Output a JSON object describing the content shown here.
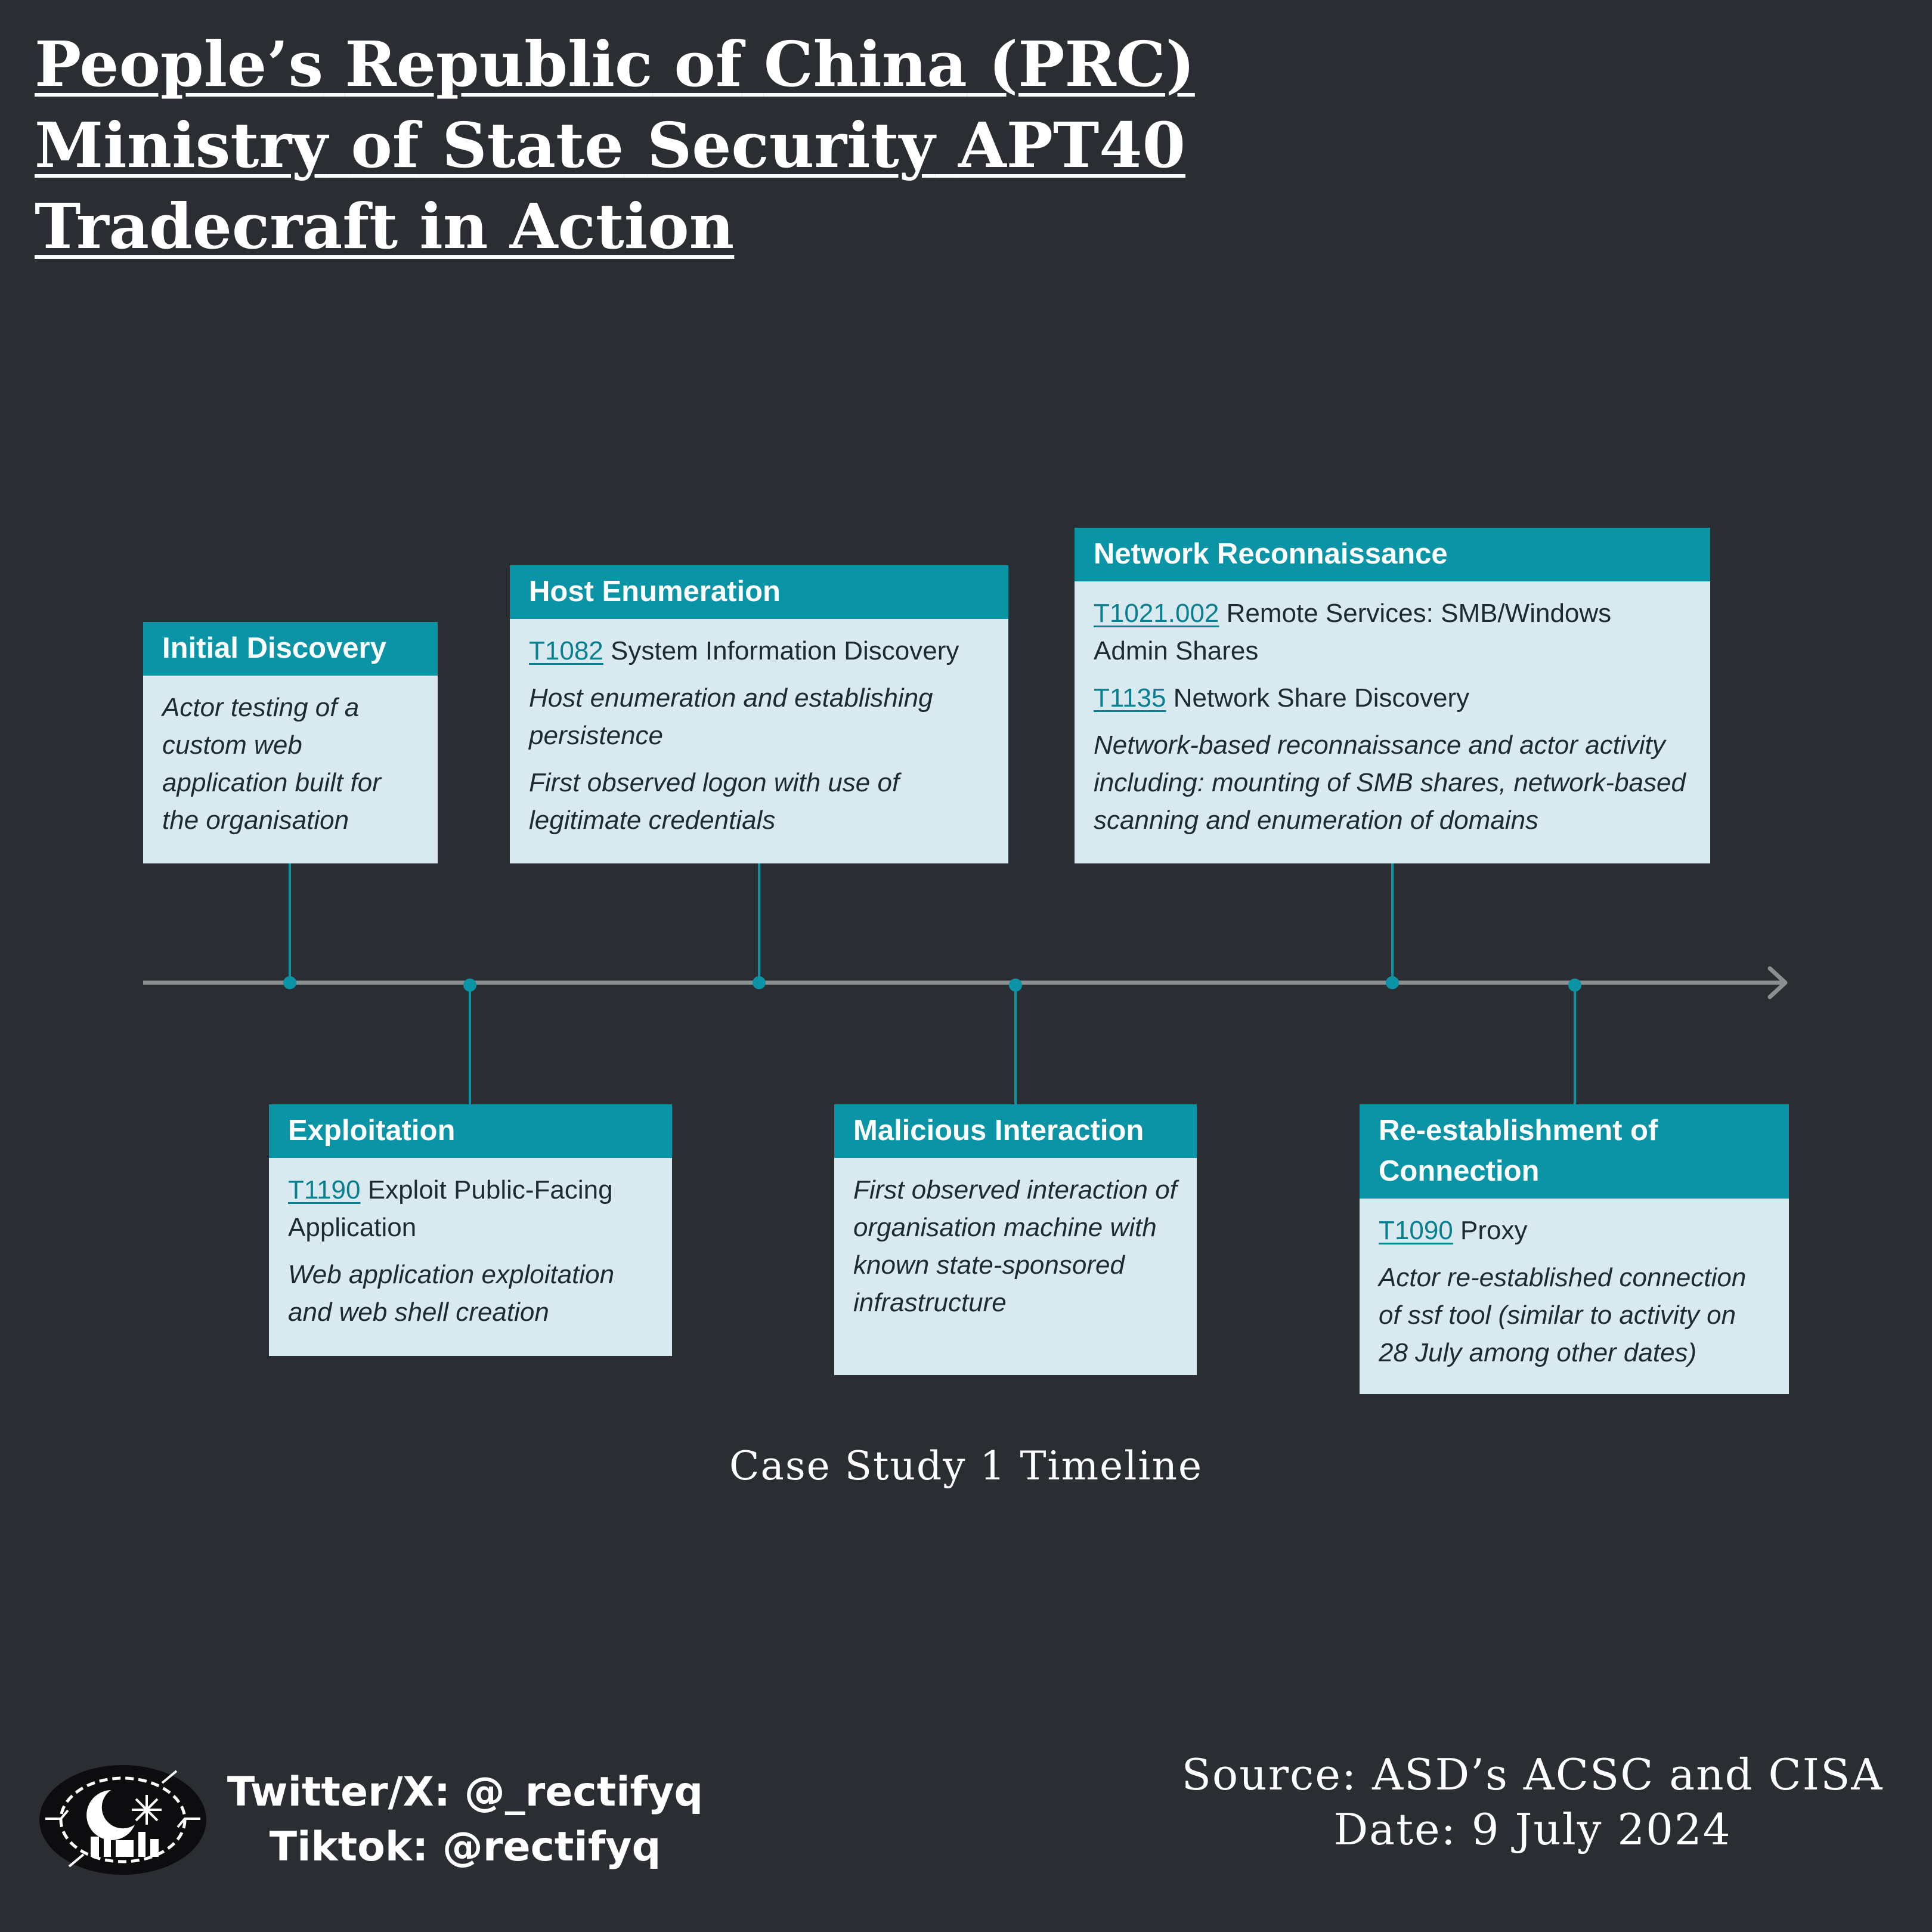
{
  "title": {
    "line1": [
      "People’s",
      "Republic",
      "of",
      "China",
      "(PRC)"
    ],
    "line2": [
      "Ministry",
      "of",
      "State",
      "Security",
      "APT40"
    ],
    "line3": "Tradecraft in Action"
  },
  "timeline": {
    "caption": "Case Study 1 Timeline",
    "accent_color": "#0a94a5",
    "card_color": "#d8eaef",
    "events": [
      {
        "heading": "Initial Discovery",
        "position": "above",
        "description": "Actor testing of a custom web application built for the organisation"
      },
      {
        "heading": "Exploitation",
        "position": "below",
        "technique": {
          "code": "T1190",
          "name": "Exploit Public-Facing Application"
        },
        "description": "Web application exploitation and web shell creation"
      },
      {
        "heading": "Host Enumeration",
        "position": "above",
        "technique": {
          "code": "T1082",
          "name": "System Information Discovery"
        },
        "description": "Host enumeration and establishing persistence",
        "description2": "First observed logon with use of legitimate credentials"
      },
      {
        "heading": "Malicious Interaction",
        "position": "below",
        "description": "First observed interaction of organisation machine with known state-sponsored infrastructure"
      },
      {
        "heading": "Network Reconnaissance",
        "position": "above",
        "technique": {
          "code": "T1021.002",
          "name": "Remote Services: SMB/Windows Admin Shares"
        },
        "technique2": {
          "code": "T1135",
          "name": "Network Share Discovery"
        },
        "description": "Network-based reconnaissance and actor activity including: mounting of SMB shares, network-based scanning and enumeration of domains"
      },
      {
        "heading": "Re-establishment of Connection",
        "position": "below",
        "technique": {
          "code": "T1090",
          "name": "Proxy"
        },
        "description": "Actor re-established connection of ssf tool (similar to activity on 28 July among other dates)"
      }
    ]
  },
  "footer": {
    "twitter": "Twitter/X: @_rectifyq",
    "tiktok": "Tiktok: @rectifyq",
    "source": "Source: ASD’s ACSC and CISA",
    "date": "Date: 9 July 2024"
  }
}
